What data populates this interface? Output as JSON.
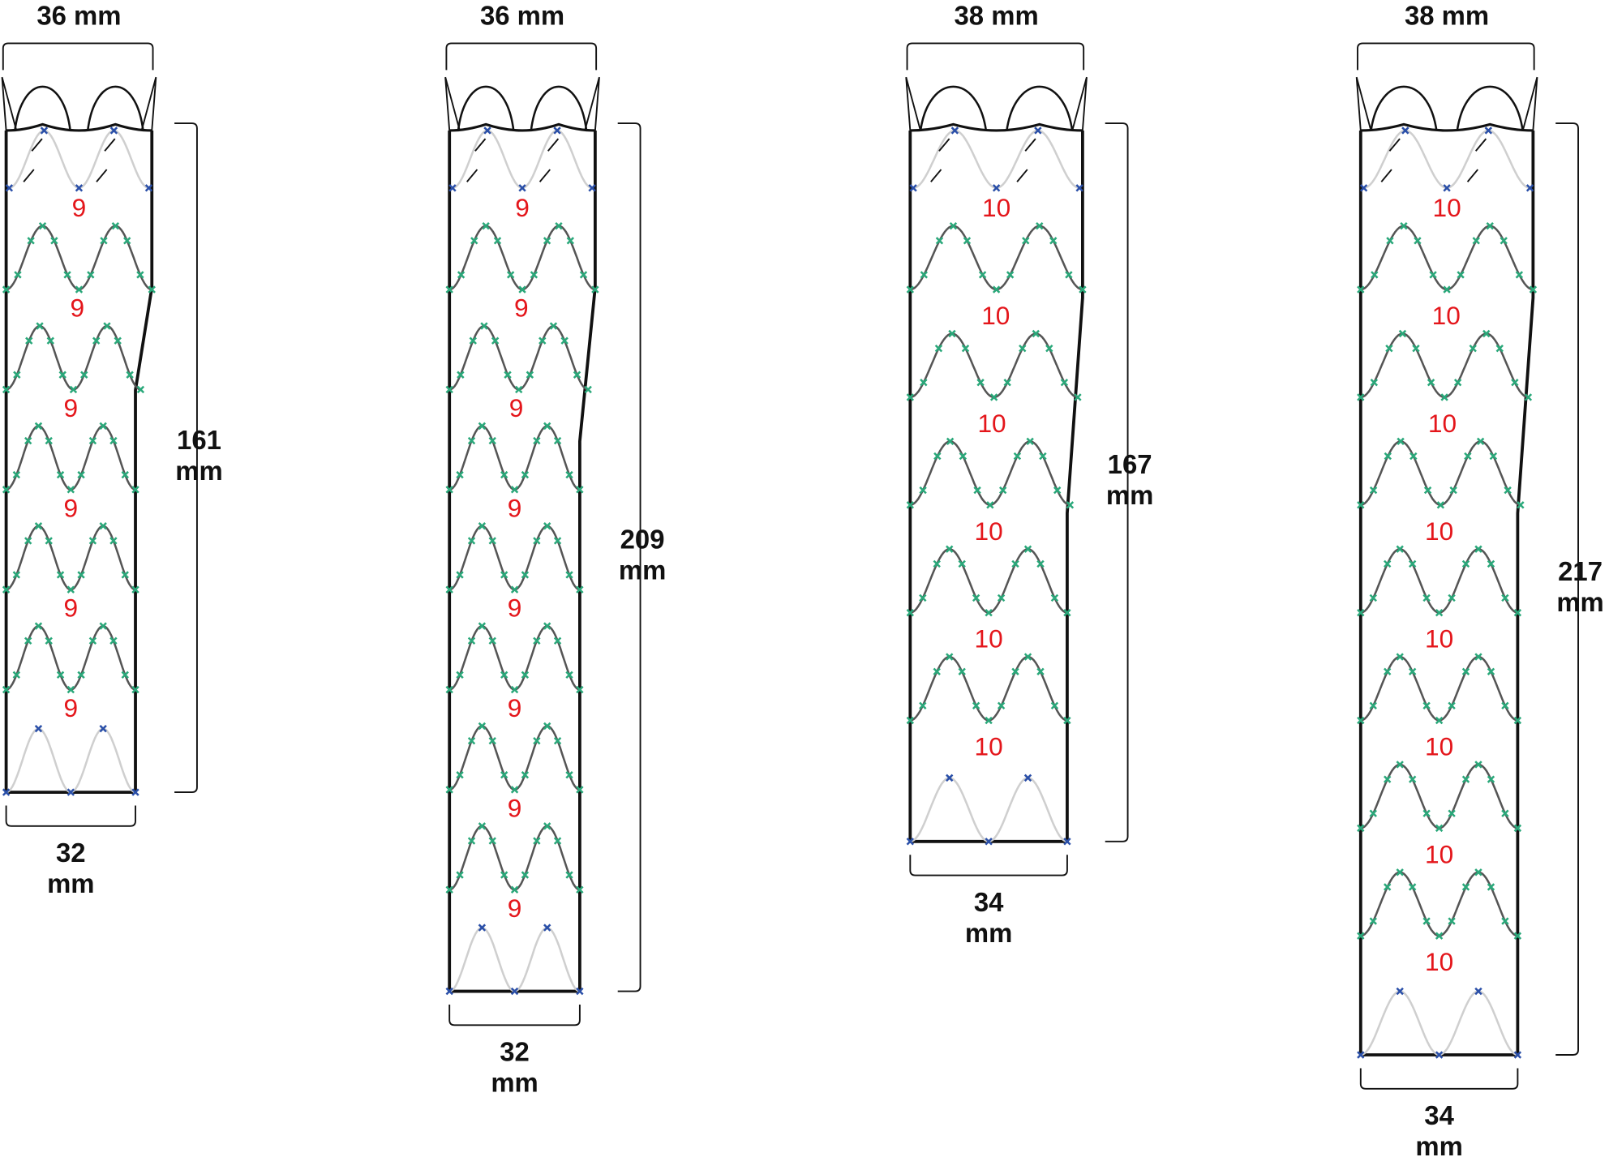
{
  "colors": {
    "ring_label": "#e4161b",
    "sealing_ring": "#cfcfcf",
    "body_ring": "#555555",
    "marker_green": "#2aa87a",
    "marker_blue": "#2a4fa8",
    "outline": "#111111"
  },
  "grafts": [
    {
      "proximal_diameter": "36 mm",
      "length_value": "161",
      "length_unit": "mm",
      "distal_value": "32",
      "distal_unit": "mm",
      "ring_labels": [
        "9",
        "9",
        "9",
        "9",
        "9",
        "9"
      ]
    },
    {
      "proximal_diameter": "36 mm",
      "length_value": "209",
      "length_unit": "mm",
      "distal_value": "32",
      "distal_unit": "mm",
      "ring_labels": [
        "9",
        "9",
        "9",
        "9",
        "9",
        "9",
        "9",
        "9"
      ]
    },
    {
      "proximal_diameter": "38 mm",
      "length_value": "167",
      "length_unit": "mm",
      "distal_value": "34",
      "distal_unit": "mm",
      "ring_labels": [
        "10",
        "10",
        "10",
        "10",
        "10",
        "10"
      ]
    },
    {
      "proximal_diameter": "38 mm",
      "length_value": "217",
      "length_unit": "mm",
      "distal_value": "34",
      "distal_unit": "mm",
      "ring_labels": [
        "10",
        "10",
        "10",
        "10",
        "10",
        "10",
        "10",
        "10"
      ]
    }
  ]
}
